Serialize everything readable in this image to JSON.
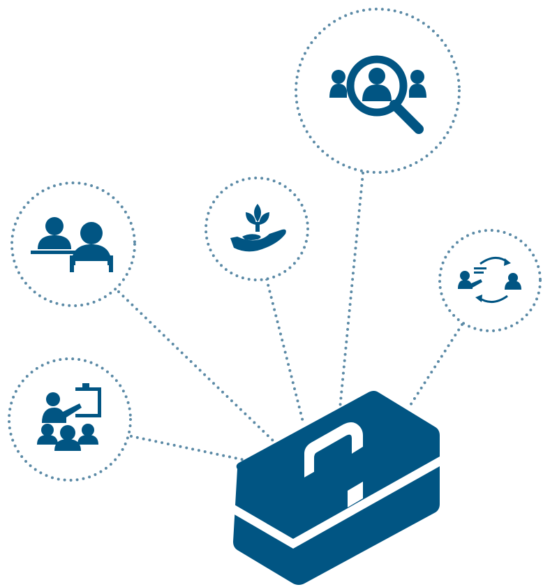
{
  "colors": {
    "primary": "#015583",
    "dots": "#5b8aa6",
    "background": "#ffffff"
  },
  "toolbox": {
    "icon": "toolbox-icon"
  },
  "nodes": [
    {
      "id": "interview",
      "icon": "candidate-search-icon"
    },
    {
      "id": "growth",
      "icon": "plant-in-hand-icon"
    },
    {
      "id": "meeting",
      "icon": "desk-meeting-icon"
    },
    {
      "id": "exchange",
      "icon": "knowledge-exchange-icon"
    },
    {
      "id": "training",
      "icon": "classroom-training-icon"
    }
  ]
}
